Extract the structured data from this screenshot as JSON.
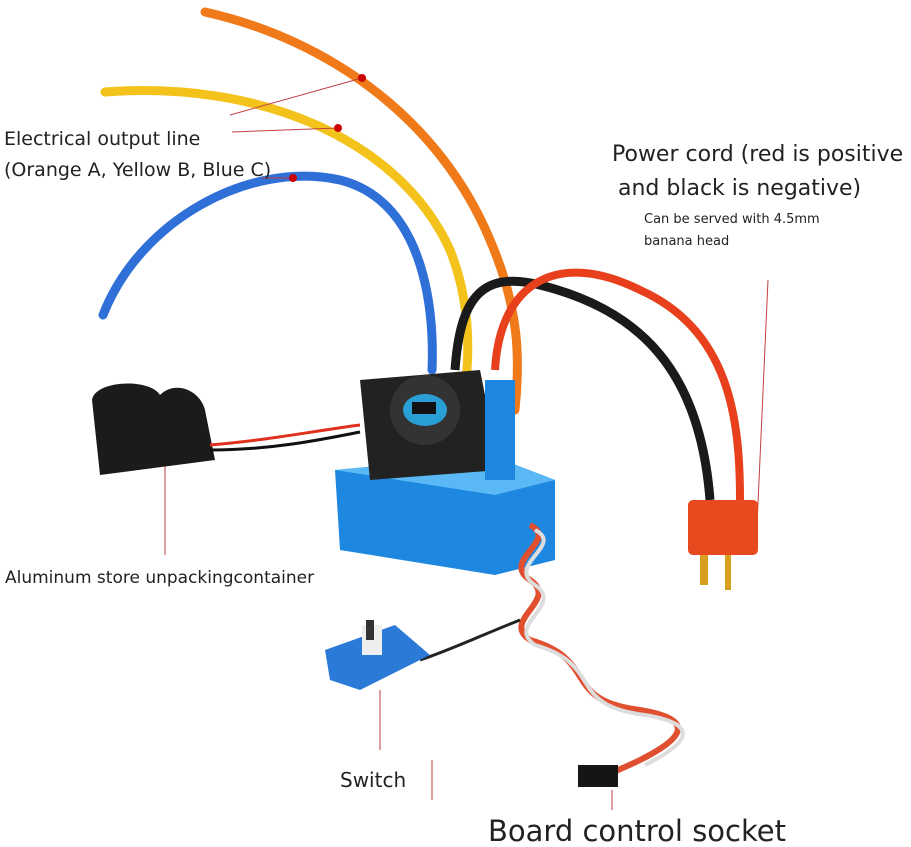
{
  "labels": {
    "output_line_1": "Electrical output line",
    "output_line_2": "(Orange A, Yellow B, Blue C)",
    "power_1": "Power cord (red is positive",
    "power_2": "and black is negative)",
    "power_note_1": "Can be served with 4.5mm",
    "power_note_2": "banana head",
    "aluminum": "Aluminum store unpackingcontainer",
    "switch": "Switch",
    "board_socket": "Board control socket"
  },
  "colors": {
    "orange": "#f07a1a",
    "yellow": "#f3c21b",
    "blue": "#2f6fd8",
    "red": "#e8401c",
    "black": "#1a1a1a",
    "esc_body": "#1e88e0"
  }
}
